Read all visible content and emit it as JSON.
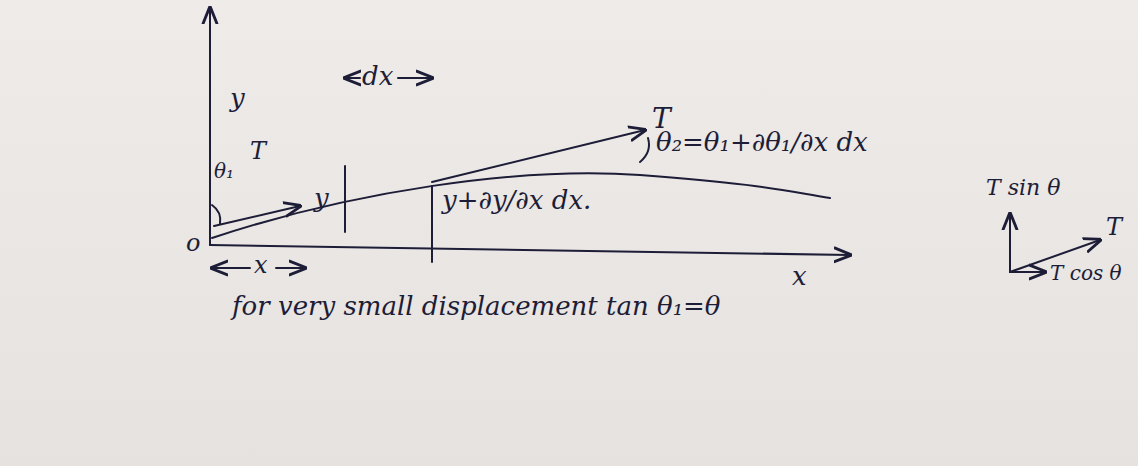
{
  "diagram": {
    "labels": [
      "y",
      "T",
      "dx",
      "θ₂=θ₁+∂θ₁/∂x dx",
      "θ₁",
      "T",
      "y",
      "y+∂y/∂x dx.",
      "o",
      "x",
      "x",
      "for very small displacement tan θ₁=θ",
      "T sin θ",
      "T",
      "T cos θ"
    ]
  }
}
